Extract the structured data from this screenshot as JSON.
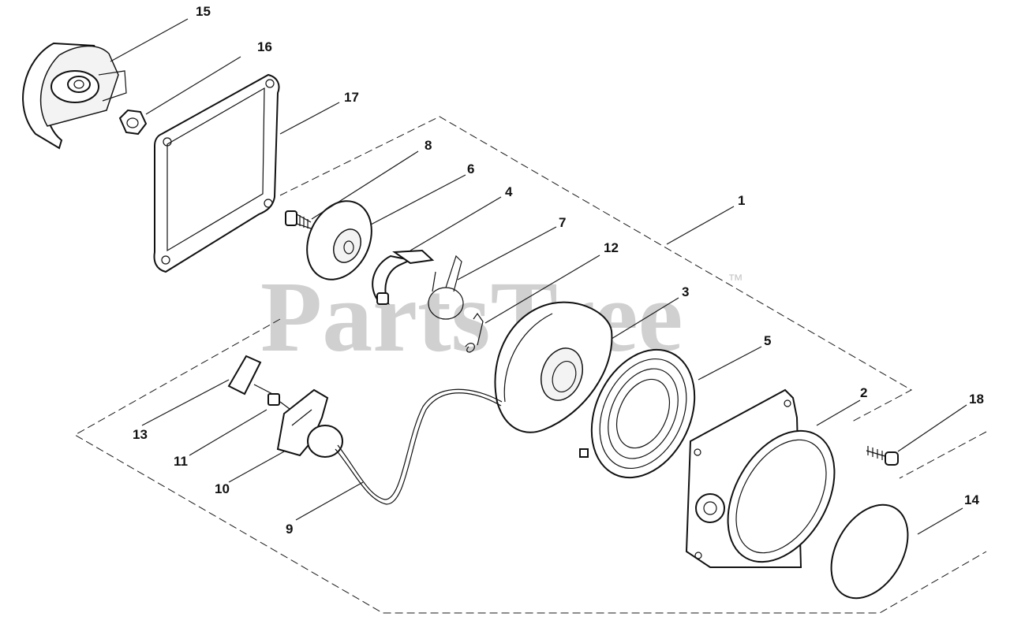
{
  "watermark": {
    "text": "PartsTree",
    "mark": "™"
  },
  "callouts": {
    "c1": "1",
    "c2": "2",
    "c3": "3",
    "c4": "4",
    "c5": "5",
    "c6": "6",
    "c7": "7",
    "c8": "8",
    "c9": "9",
    "c10": "10",
    "c11": "11",
    "c12": "12",
    "c13": "13",
    "c14": "14",
    "c15": "15",
    "c16": "16",
    "c17": "17",
    "c18": "18"
  }
}
